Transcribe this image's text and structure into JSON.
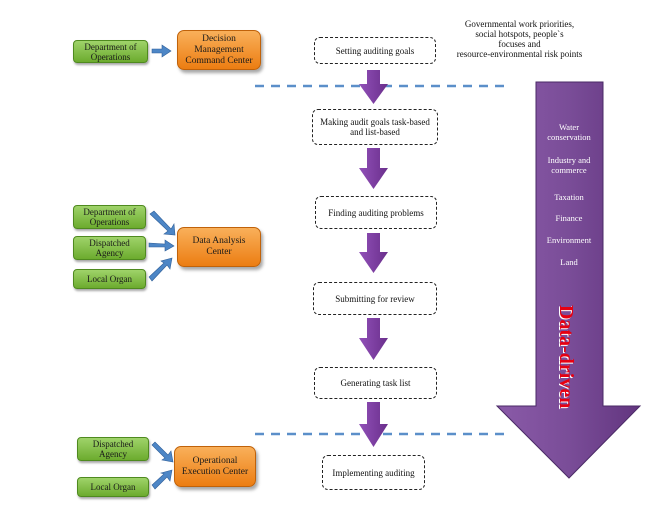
{
  "left_units": [
    {
      "key": "dept_ops_1",
      "lines": [
        "Department of",
        "Operations"
      ]
    },
    {
      "key": "dept_ops_2",
      "lines": [
        "Department of",
        "Operations"
      ]
    },
    {
      "key": "dispatched_1",
      "lines": [
        "Dispatched",
        "Agency"
      ]
    },
    {
      "key": "local_1",
      "lines": [
        "Local Organ"
      ]
    },
    {
      "key": "dispatched_2",
      "lines": [
        "Dispatched",
        "Agency"
      ]
    },
    {
      "key": "local_2",
      "lines": [
        "Local Organ"
      ]
    }
  ],
  "centers": {
    "decision": {
      "line1": "Decision Management",
      "line2": "Command Center"
    },
    "analysis": {
      "line1": "Data Analysis Center"
    },
    "execution": {
      "line1": "Operational",
      "line2": "Execution Center"
    }
  },
  "steps": {
    "s1": {
      "line1": "Setting auditing goals"
    },
    "s2": {
      "line1": "Making audit goals task-based",
      "line2": "and list-based"
    },
    "s3": {
      "line1": "Finding auditing problems"
    },
    "s4": {
      "line1": "Submitting for review"
    },
    "s5": {
      "line1": "Generating task list"
    },
    "s6": {
      "line1": "Implementing auditing"
    }
  },
  "priorities_note": {
    "line1": "Governmental work priorities,",
    "line2": "social hotspots, people`s",
    "line3": "focuses and",
    "line4": "resource-environmental risk points"
  },
  "data_domains": {
    "water": {
      "line1": "Water",
      "line2": "conservation"
    },
    "industry": {
      "line1": "Industry and",
      "line2": "commerce"
    },
    "taxation": {
      "line1": "Taxation"
    },
    "finance": {
      "line1": "Finance"
    },
    "environment": {
      "line1": "Environment"
    },
    "land": {
      "line1": "Land"
    }
  },
  "driver_label": "Data-driven",
  "colors": {
    "unit_green": "#7cbf3a",
    "center_orange": "#f0891e",
    "step_border": "#222222",
    "flow_arrow_purple": "#7b3fa0",
    "big_arrow_purple": "#7a4d98",
    "divider_blue": "#5b8fc9",
    "connector_blue": "#4d86c6",
    "driver_label_red": "#e60012"
  }
}
